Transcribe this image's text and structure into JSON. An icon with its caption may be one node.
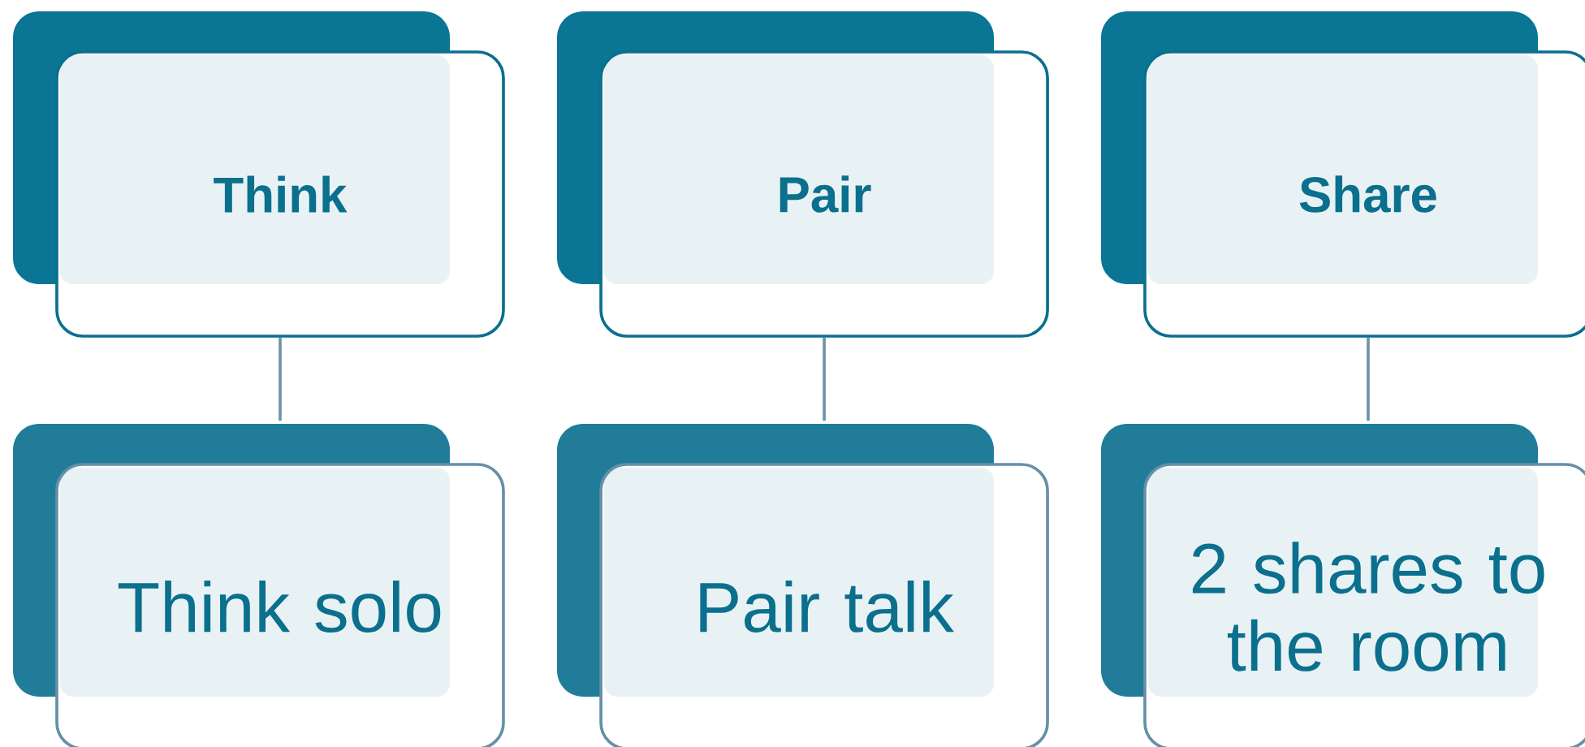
{
  "diagram": {
    "nodes": [
      {
        "text": [
          "**Think**"
        ]
      },
      {
        "text": [
          "**Pair**"
        ]
      },
      {
        "text": [
          "**Share**"
        ]
      },
      {
        "text": [
          "Think solo"
        ]
      },
      {
        "text": [
          "Pair talk"
        ]
      },
      {
        "text": [
          "2 shares to the room"
        ]
      }
    ],
    "edges": [
      {
        "from": 0,
        "to": 3,
        "arrow": "none"
      },
      {
        "from": 1,
        "to": 4,
        "arrow": "none"
      },
      {
        "from": 2,
        "to": 5,
        "arrow": "none"
      }
    ]
  }
}
